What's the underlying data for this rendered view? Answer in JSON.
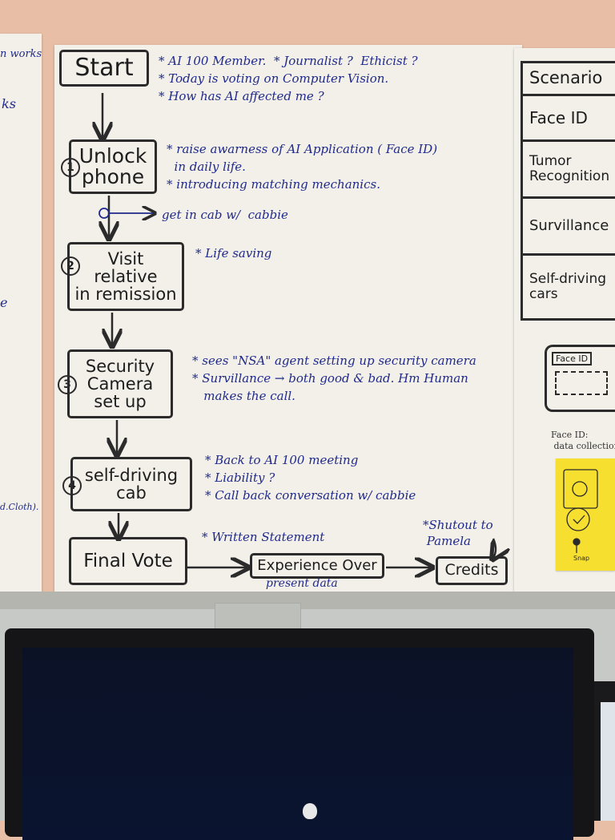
{
  "left_poster": {
    "fragments": [
      "n works",
      "ks",
      "e",
      "d.Cloth)."
    ]
  },
  "main_poster": {
    "start": {
      "box": "Start",
      "notes": "* AI 100 Member.  * Journalist ?  Ethicist ?\n* Today is voting on Computer Vision.\n* How has AI affected me ?"
    },
    "step1": {
      "number": "1",
      "box": "Unlock\nphone",
      "notes": "* raise awarness of AI Application ( Face ID)\n  in daily life.\n* introducing matching mechanics."
    },
    "branch": {
      "label": "get in cab w/  cabbie"
    },
    "step2": {
      "number": "2",
      "box": "Visit\nrelative\nin remission",
      "notes": "* Life saving"
    },
    "step3": {
      "number": "3",
      "box": "Security\nCamera\nset up",
      "notes": "* sees \"NSA\" agent setting up security camera\n* Survillance → both good & bad. Hm Human\n   makes the call."
    },
    "step4": {
      "number": "4",
      "box": "self-driving\ncab",
      "notes": "* Back to AI 100 meeting\n* Liability ?\n* Call back conversation w/ cabbie"
    },
    "final": {
      "box": "Final Vote",
      "note_above": "* Written Statement",
      "experience_box": "Experience Over",
      "experience_note": "present data",
      "credits_box": "Credits",
      "credits_note": "*Shutout to\n Pamela"
    }
  },
  "right_poster": {
    "cells": [
      "Scenario",
      "Face ID",
      "Tumor\nRecognition",
      "Survillance",
      "Self-driving\ncars"
    ],
    "sketch_label": "Face ID",
    "caption": "Face ID:\n data collection",
    "sticky_label": "Snap"
  },
  "colors": {
    "wall": "#e8bfa6",
    "paper": "#f3f0ea",
    "ink_blue": "#1f2a8a",
    "ink_black": "#2b2b2b",
    "sticky": "#f7df2f"
  }
}
